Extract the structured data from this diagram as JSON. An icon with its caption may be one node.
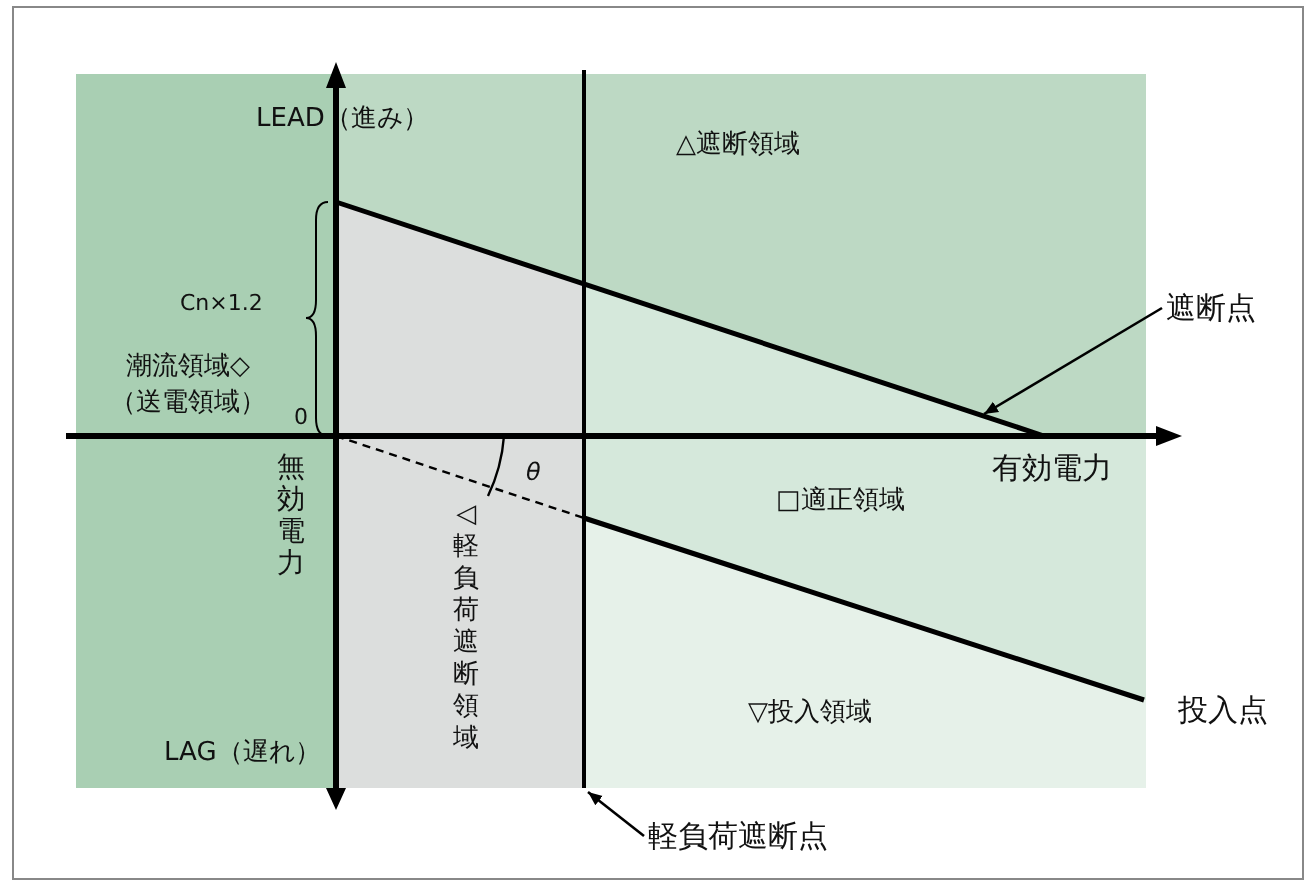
{
  "diagram": {
    "nodes": [
      {
        "text": [
          "遮断点"
        ]
      },
      {
        "text": [
          "軽負荷遮断点"
        ]
      }
    ],
    "edges": [
      {
        "from": 0,
        "to": null,
        "arrow": "to"
      },
      {
        "from": 1,
        "to": null,
        "arrow": "to"
      }
    ],
    "labels": [
      "LEAD（進み）",
      "△遮断領域",
      "Cn×1.2",
      "潮流領域◇（送電領域）",
      "0",
      "無効電力",
      "θ",
      "◁軽負荷遮断領域",
      "有効電力",
      "□適正領域",
      "▽投入領域",
      "投入点",
      "LAG（遅れ）"
    ]
  }
}
